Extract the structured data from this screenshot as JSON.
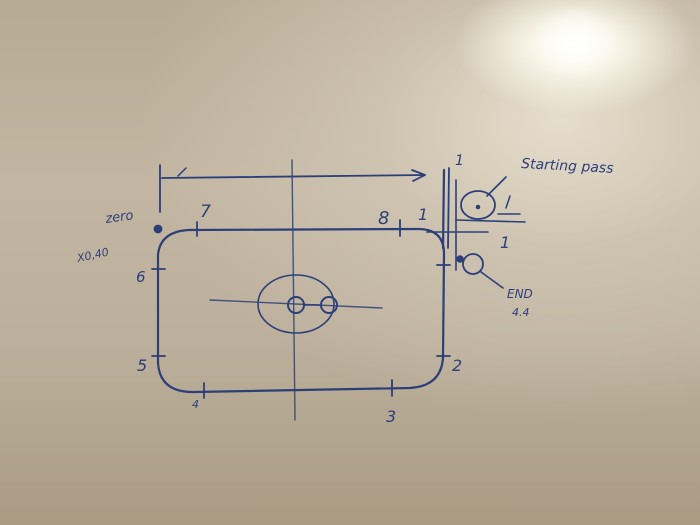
{
  "whiteboard": {
    "ink_color": "#2c3f78",
    "annotations": {
      "zero": "zero",
      "zero_coords": "X0,40",
      "starting_label": "Starting pass",
      "end_label": "END",
      "end_coords": "4.4"
    },
    "numbers": {
      "n1_top": "1",
      "n1_left": "1",
      "n1_right": "1",
      "n2": "2",
      "n3": "3",
      "n4": "4",
      "n5": "5",
      "n6": "6",
      "n7": "7",
      "n8": "8"
    }
  }
}
